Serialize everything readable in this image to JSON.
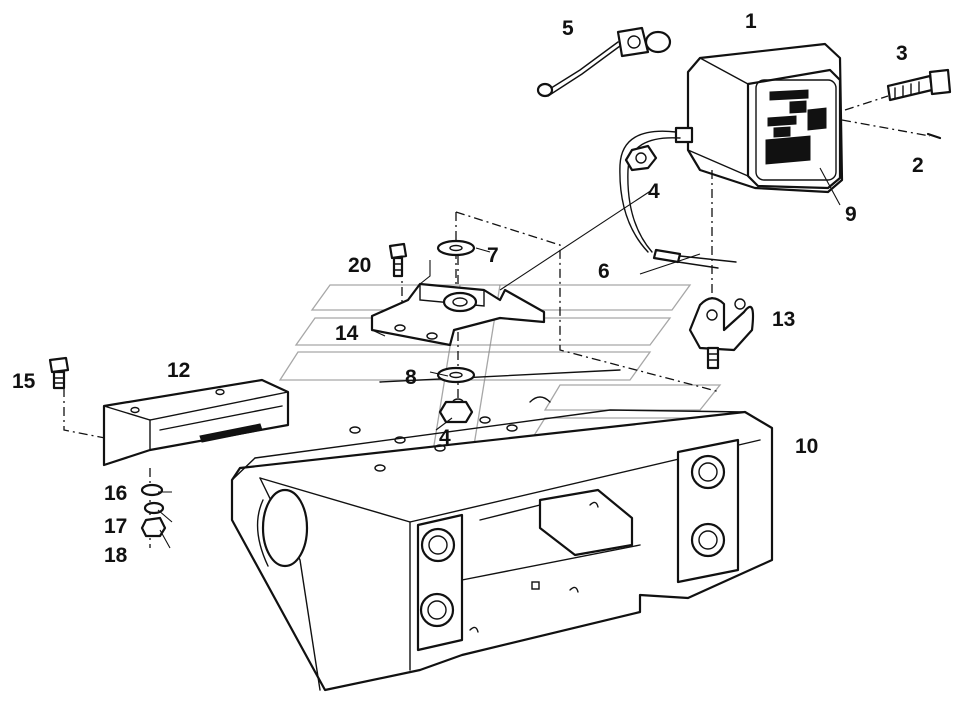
{
  "callouts": [
    {
      "id": "1",
      "label": "1"
    },
    {
      "id": "2",
      "label": "2"
    },
    {
      "id": "3",
      "label": "3"
    },
    {
      "id": "4a",
      "label": "4"
    },
    {
      "id": "4b",
      "label": "4"
    },
    {
      "id": "5",
      "label": "5"
    },
    {
      "id": "6",
      "label": "6"
    },
    {
      "id": "7",
      "label": "7"
    },
    {
      "id": "8",
      "label": "8"
    },
    {
      "id": "9",
      "label": "9"
    },
    {
      "id": "10",
      "label": "10"
    },
    {
      "id": "12",
      "label": "12"
    },
    {
      "id": "13",
      "label": "13"
    },
    {
      "id": "14",
      "label": "14"
    },
    {
      "id": "15",
      "label": "15"
    },
    {
      "id": "16",
      "label": "16"
    },
    {
      "id": "17",
      "label": "17"
    },
    {
      "id": "18",
      "label": "18"
    },
    {
      "id": "20",
      "label": "20"
    }
  ],
  "colors": {
    "line": "#111111",
    "watermark": "#8a8a8a",
    "background": "#ffffff"
  }
}
